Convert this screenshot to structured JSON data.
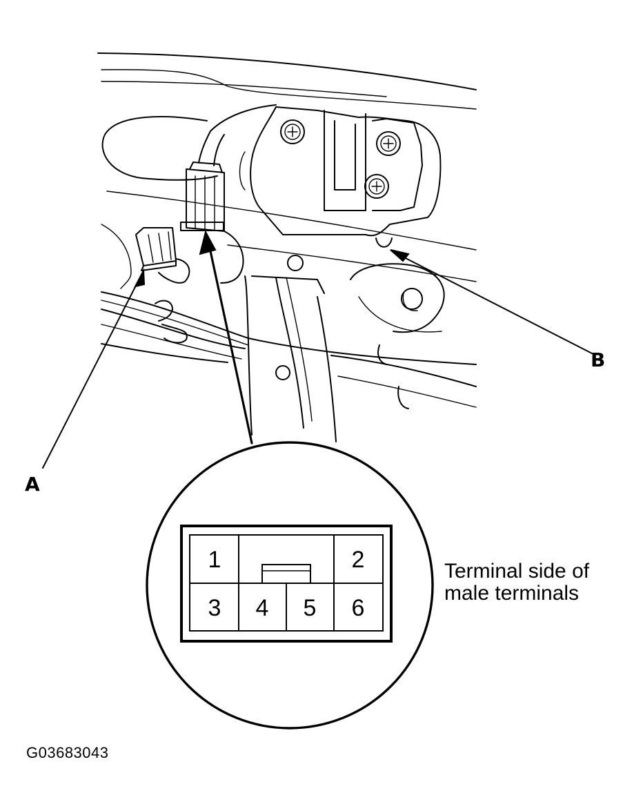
{
  "callouts": {
    "a": "A",
    "b": "B"
  },
  "connector_terminals": [
    "1",
    "2",
    "3",
    "4",
    "5",
    "6"
  ],
  "caption": {
    "line1": "Terminal side of",
    "line2": "male terminals"
  },
  "figure_code": "G03683043"
}
